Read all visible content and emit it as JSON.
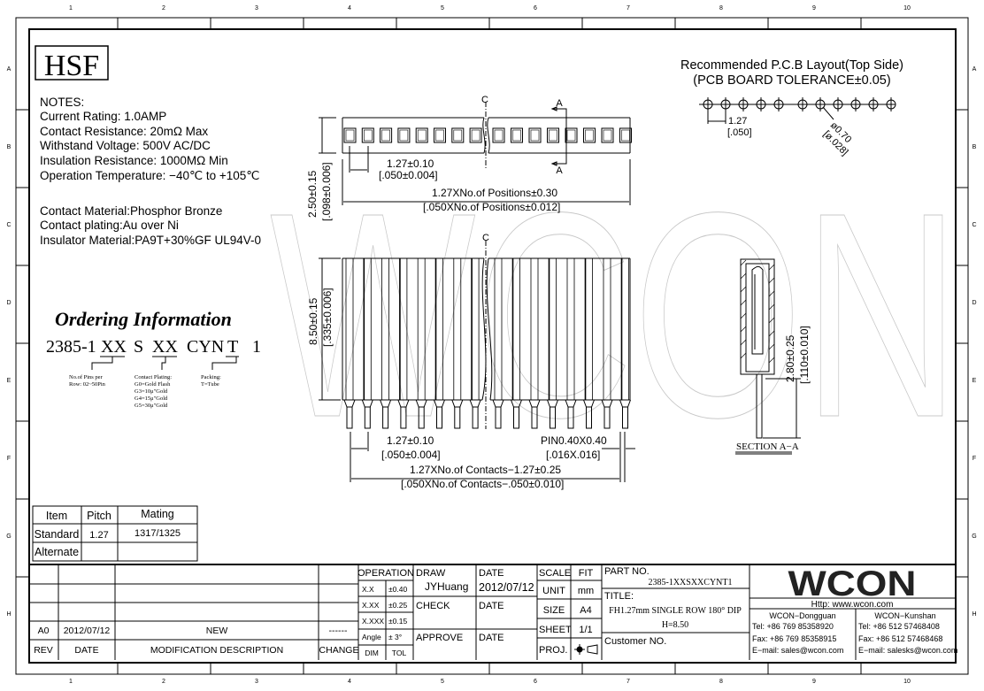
{
  "logo": "HSF",
  "watermark": "WCON",
  "zones": {
    "numbers": [
      "1",
      "2",
      "3",
      "4",
      "5",
      "6",
      "7",
      "8",
      "9",
      "10"
    ],
    "letters": [
      "A",
      "B",
      "C",
      "D",
      "E",
      "F",
      "G",
      "H"
    ]
  },
  "notes": {
    "heading": "NOTES:",
    "lines": [
      "Current Rating: 1.0AMP",
      "Contact Resistance: 20mΩ Max",
      "Withstand Voltage: 500V AC/DC",
      "Insulation Resistance: 1000MΩ Min",
      "Operation Temperature: −40℃ to +105℃"
    ],
    "materials": [
      "Contact Material:Phosphor Bronze",
      "Contact plating:Au over Ni",
      "Insulator Material:PA9T+30%GF UL94V-0"
    ]
  },
  "ordering": {
    "title": "Ordering Information",
    "code": [
      "2385-1",
      "XX",
      "S",
      "XX",
      "CYN",
      "T",
      "1"
    ],
    "pins_desc": [
      "No.of Pins per",
      "Row: 02~50Pin"
    ],
    "plating_desc": [
      "Contact Plating:",
      "G0=Gold Flash",
      "G3=10μ\"Gold",
      "G4=15μ\"Gold",
      "G5=30μ\"Gold"
    ],
    "packing_desc": [
      "Packing:",
      "T=Tube"
    ]
  },
  "pcb": {
    "title": "Recommended P.C.B Layout(Top Side)",
    "tolerance": "(PCB BOARD TOLERANCE±0.05)",
    "pitch": "1.27",
    "pitch_in": "[.050]",
    "hole": "ø0.70",
    "hole_in": "[ø.028]"
  },
  "top_view": {
    "center_mark": "C",
    "section_mark": "A",
    "pitch": "1.27±0.10",
    "pitch_in": "[.050±0.004]",
    "length": "1.27XNo.of Positions±0.30",
    "length_in": "[.050XNo.of Positions±0.012]",
    "height": "2.50±0.15",
    "height_in": "[.098±0.006]"
  },
  "front_view": {
    "center_mark": "C",
    "height": "8.50±0.15",
    "height_in": "[.335±0.006]",
    "pitch": "1.27±0.10",
    "pitch_in": "[.050±0.004]",
    "pin": "PIN0.40X0.40",
    "pin_in": "[.016X.016]",
    "span": "1.27XNo.of Contacts−1.27±0.25",
    "span_in": "[.050XNo.of Contacts−.050±0.010]"
  },
  "section": {
    "tail": "2.80±0.25",
    "tail_in": "[.110±0.010]",
    "label": "SECTION A−A"
  },
  "item_table": {
    "headers": [
      "Item",
      "Pitch",
      "Mating"
    ],
    "rows": [
      [
        "Standard",
        "1.27",
        "1317/1325"
      ],
      [
        "Alternate",
        "",
        ""
      ]
    ]
  },
  "revision": {
    "rows": [
      [
        "A0",
        "2012/07/12",
        "NEW",
        "------"
      ]
    ],
    "headers": [
      "REV",
      "DATE",
      "MODIFICATION DESCRIPTION",
      "CHANGE"
    ]
  },
  "tolerance": {
    "title": "OPERATION",
    "rows": [
      [
        "X.X",
        "±0.40"
      ],
      [
        "X.XX",
        "±0.25"
      ],
      [
        "X.XXX",
        "±0.15"
      ],
      [
        "Angle",
        "± 3°"
      ]
    ],
    "footer": [
      "DIM",
      "TOL"
    ]
  },
  "title_block": {
    "draw_label": "DRAW",
    "draw_value": "JYHuang",
    "date_label": "DATE",
    "date_value": "2012/07/12",
    "check_label": "CHECK",
    "check_date_label": "DATE",
    "approve_label": "APPROVE",
    "approve_date_label": "DATE",
    "scale_label": "SCALE",
    "scale_value": "FIT",
    "unit_label": "UNIT",
    "unit_value": "mm",
    "size_label": "SIZE",
    "size_value": "A4",
    "sheet_label": "SHEET",
    "sheet_value": "1/1",
    "proj_label": "PROJ.",
    "part_no_label": "PART NO.",
    "part_no": "2385-1XXSXXCYNT1",
    "title_label": "TITLE:",
    "title_line1": "FH1.27mm SINGLE ROW 180° DIP",
    "title_line2": "H=8.50",
    "customer_label": "Customer NO."
  },
  "company": {
    "logo": "WCON",
    "url": "Http:  www.wcon.com",
    "dongguan": [
      "WCON−Dongguan",
      "Tel:  +86 769 85358920",
      "Fax:  +86 769 85358915",
      "E−mail:  sales@wcon.com"
    ],
    "kunshan": [
      "WCON−Kunshan",
      "Tel:  +86 512 57468408",
      "Fax:  +86 512 57468468",
      "E−mail:  salesks@wcon.com"
    ]
  }
}
